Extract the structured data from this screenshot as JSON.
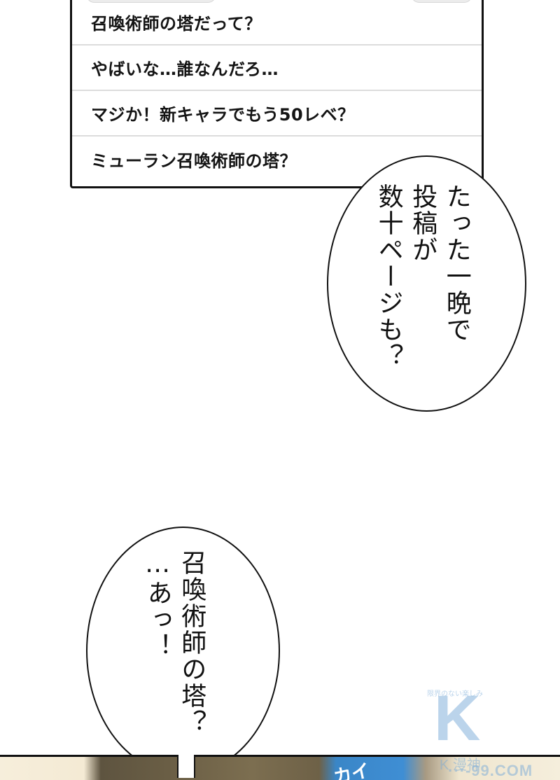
{
  "search_panel": {
    "suggestions": [
      {
        "text": "召喚術師の塔だって？"
      },
      {
        "text": "やばいな…誰なんだろ…"
      },
      {
        "text": "マジか！新キャラでもう50レベ？"
      },
      {
        "text": "ミューラン召喚術師の塔？"
      }
    ]
  },
  "bubbles": {
    "top_right": {
      "lines": [
        "たった一晩で",
        "投稿が",
        "数十ページも？"
      ]
    },
    "bottom_left": {
      "lines": [
        "召喚術師の塔？",
        "…あっ！"
      ]
    }
  },
  "bottom_panel": {
    "sign_text": "カイ"
  },
  "watermark": {
    "tagline": "限界のない楽しみ",
    "logo": "K",
    "name": "K 漫神",
    "url": "···-99.COM"
  },
  "colors": {
    "border": "#111111",
    "separator": "#dcdcdc",
    "sky_blue": "#3f8ed4",
    "hair_brown": "#6b5d43",
    "watermark": "#78aad7"
  }
}
